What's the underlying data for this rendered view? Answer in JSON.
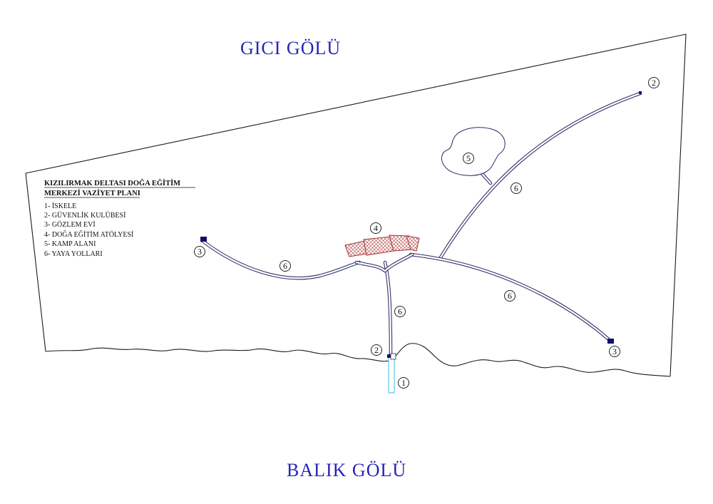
{
  "lakes": {
    "north": "GICI  GÖLÜ",
    "south": "BALIK   GÖLÜ"
  },
  "legend": {
    "title_line1": "KIZILIRMAK DELTASI DOĞA EĞİTİM",
    "title_line2": "MERKEZİ VAZİYET PLANI",
    "items": [
      "1- İSKELE",
      "2- GÜVENLİK KULÜBESİ",
      "3- GÖZLEM EVİ",
      "4- DOĞA EĞİTİM ATÖLYESİ",
      "5- KAMP ALANI",
      "6- YAYA YOLLARI"
    ]
  },
  "markers": {
    "pier": "1",
    "guard_top": "2",
    "guard_bottom": "2",
    "obs_left": "3",
    "obs_right": "3",
    "workshop": "4",
    "camp": "5",
    "path_northeast": "6",
    "path_west": "6",
    "path_south": "6",
    "path_southeast": "6"
  },
  "colors": {
    "lake_label": "#2525b8",
    "outline": "#1a1a1a",
    "path": "#2a2a66",
    "workshop_hatch": "#b03a3a",
    "pier": "#5cc8e6",
    "building": "#10106a"
  }
}
